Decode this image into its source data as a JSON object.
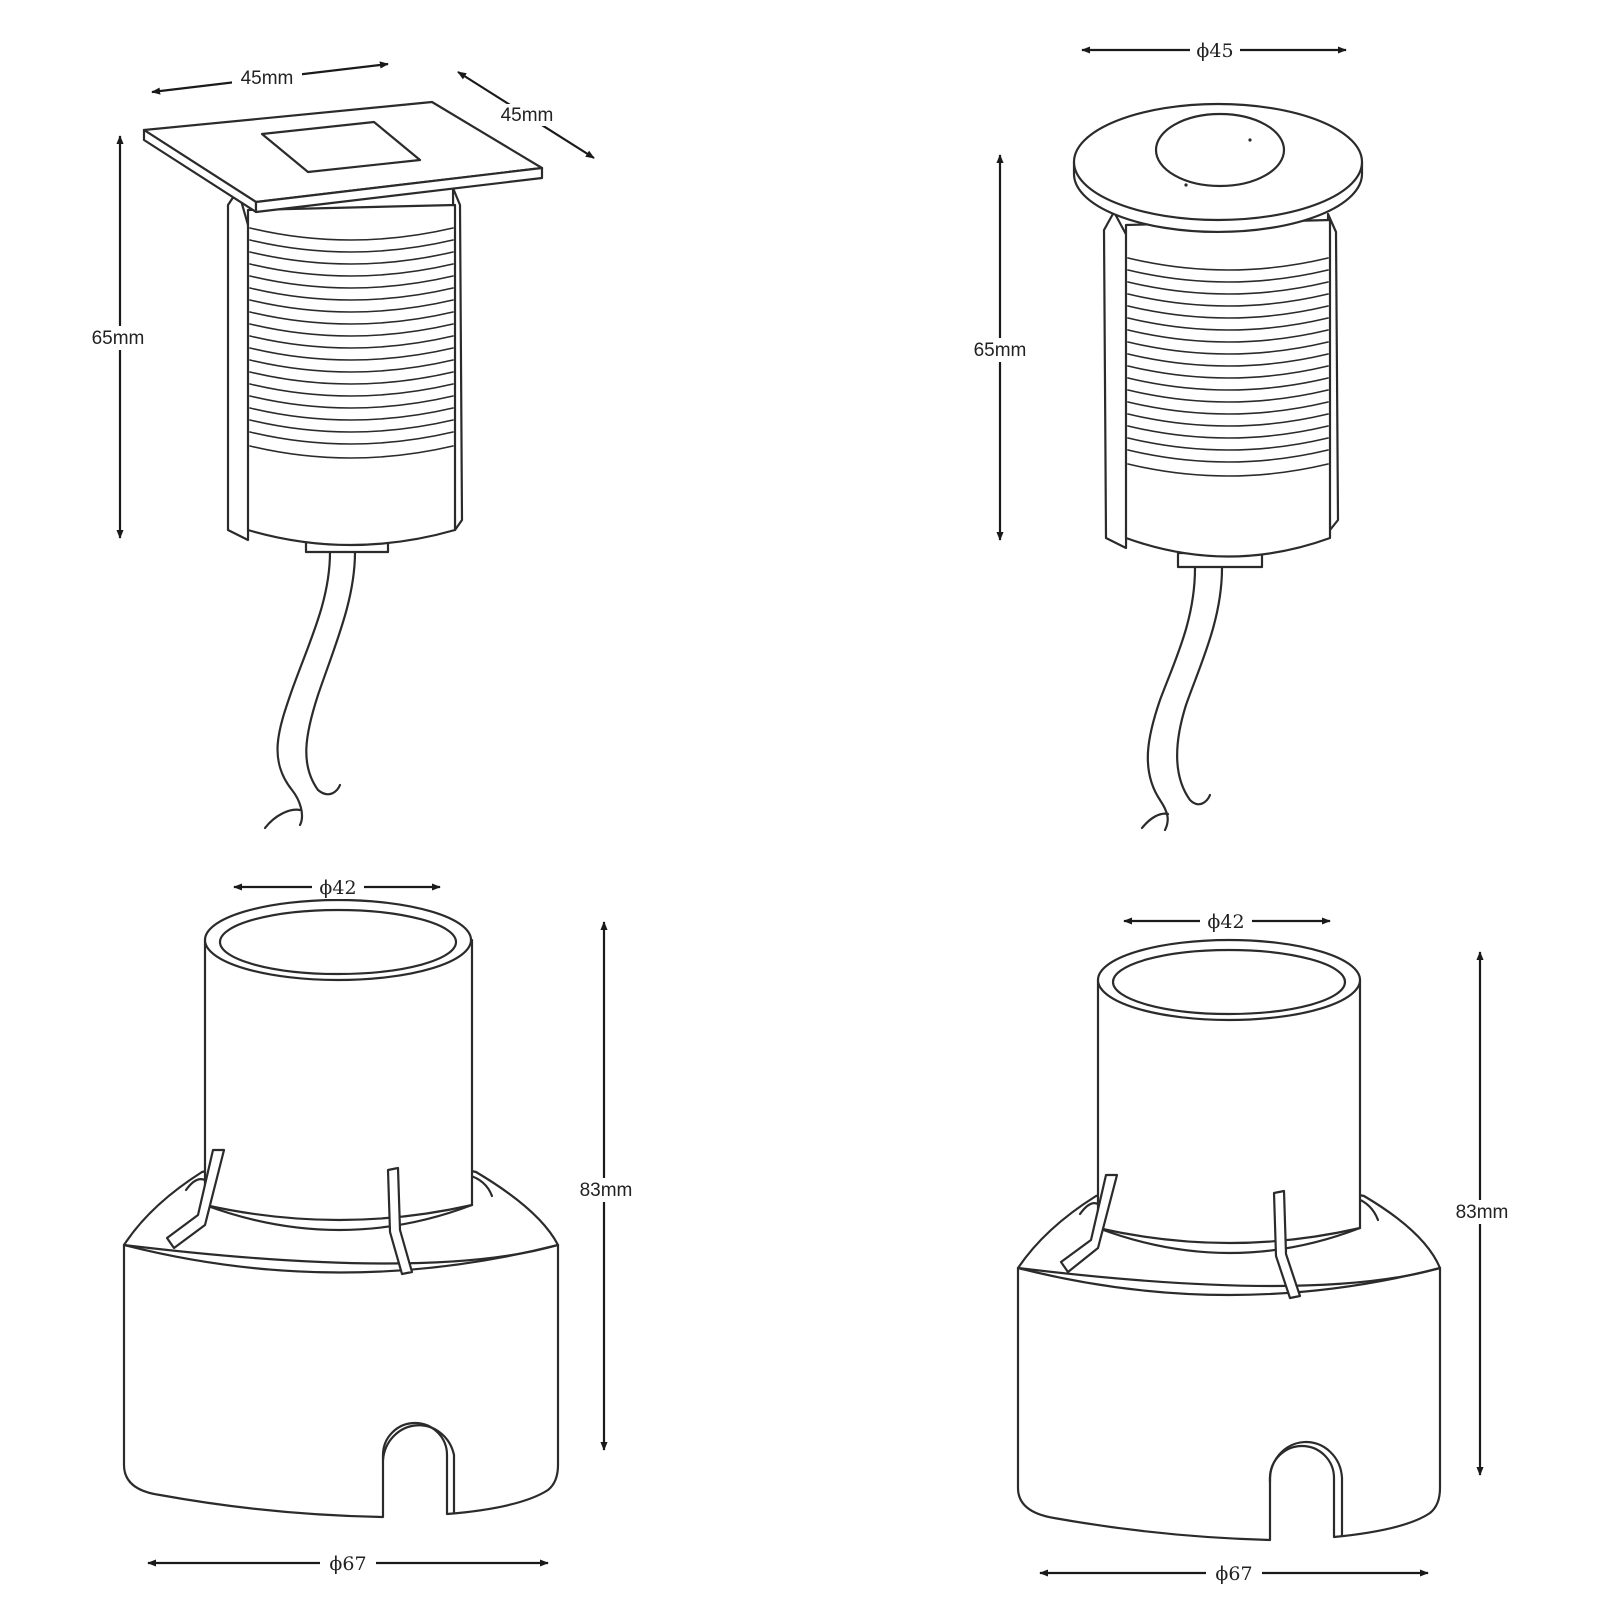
{
  "colors": {
    "line": "#2b2b2b",
    "background": "#ffffff"
  },
  "views": [
    {
      "name": "square-fixture",
      "labels": {
        "width_a": "45mm",
        "width_b": "45mm",
        "height": "65mm"
      }
    },
    {
      "name": "round-fixture",
      "labels": {
        "diameter": "ϕ45",
        "height": "65mm"
      }
    },
    {
      "name": "sleeve-left",
      "labels": {
        "top_diameter": "ϕ42",
        "height": "83mm",
        "base_diameter": "ϕ67"
      }
    },
    {
      "name": "sleeve-right",
      "labels": {
        "top_diameter": "ϕ42",
        "height": "83mm",
        "base_diameter": "ϕ67"
      }
    }
  ]
}
